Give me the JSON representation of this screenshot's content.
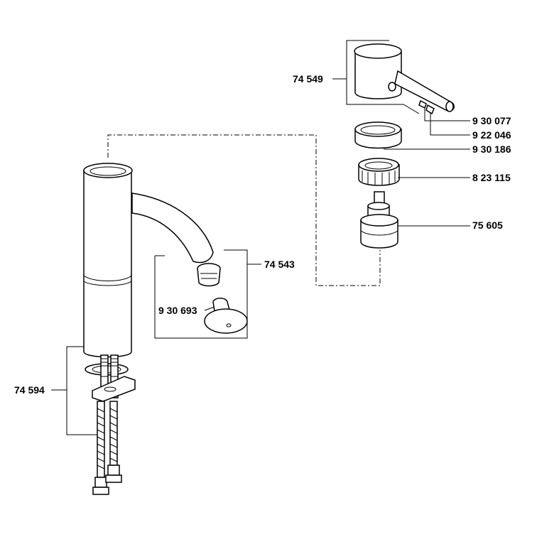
{
  "labels": {
    "handle": "74 549",
    "screw_small": "9 30 077",
    "grub_screw": "9 22 046",
    "cover_ring": "9 30 186",
    "nut": "8 23 115",
    "cartridge": "75 605",
    "aerator_set": "74 543",
    "aerator_key": "9 30 693",
    "mounting_set": "74 594"
  }
}
